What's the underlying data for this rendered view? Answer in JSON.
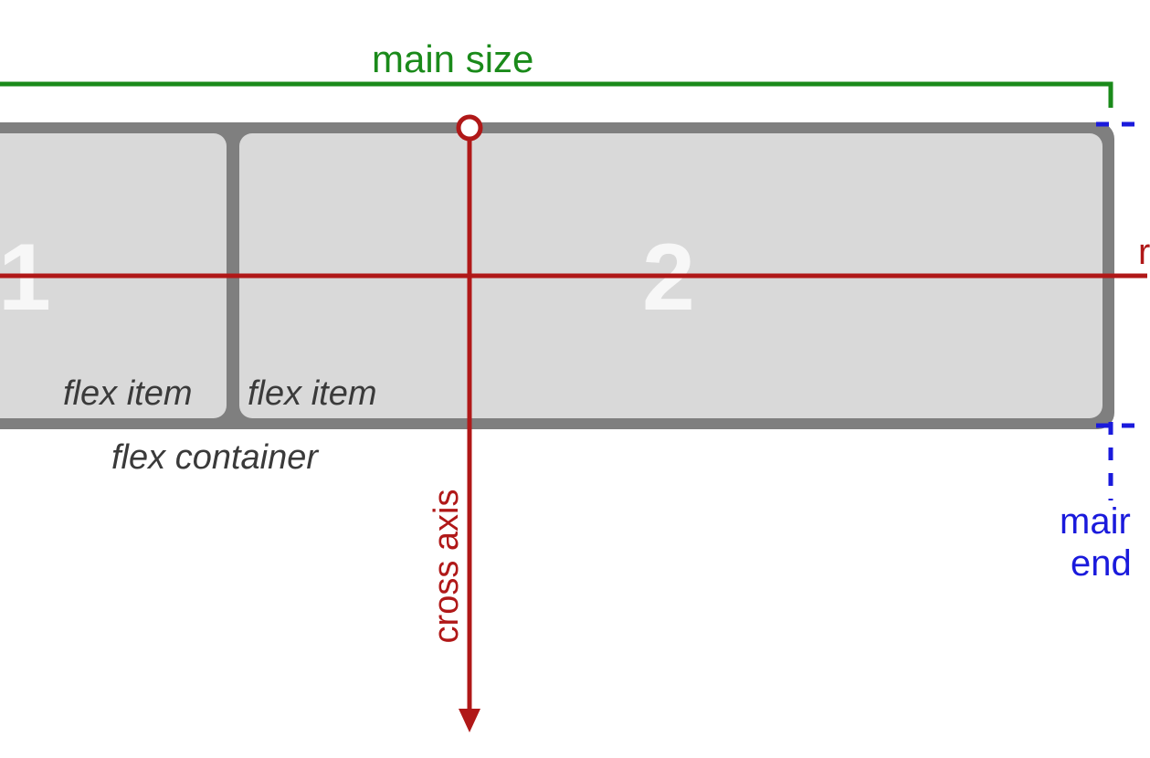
{
  "diagram": {
    "main_size_label": "main size",
    "container_label": "flex container",
    "cross_axis_label": "cross axis",
    "main_axis_label_partial": "r",
    "main_end_label_line1": "mair",
    "main_end_label_line2": "end",
    "items": [
      {
        "number": "1",
        "label": "flex item"
      },
      {
        "number": "2",
        "label": "flex item"
      }
    ],
    "colors": {
      "main_size": "#1a8a1a",
      "axis": "#b01818",
      "main_end": "#1a1adc",
      "container_border": "#7f7f7f",
      "item_fill": "#d9d9d9",
      "item_number": "#f7f7f7",
      "label_text": "#3a3a3a"
    }
  }
}
